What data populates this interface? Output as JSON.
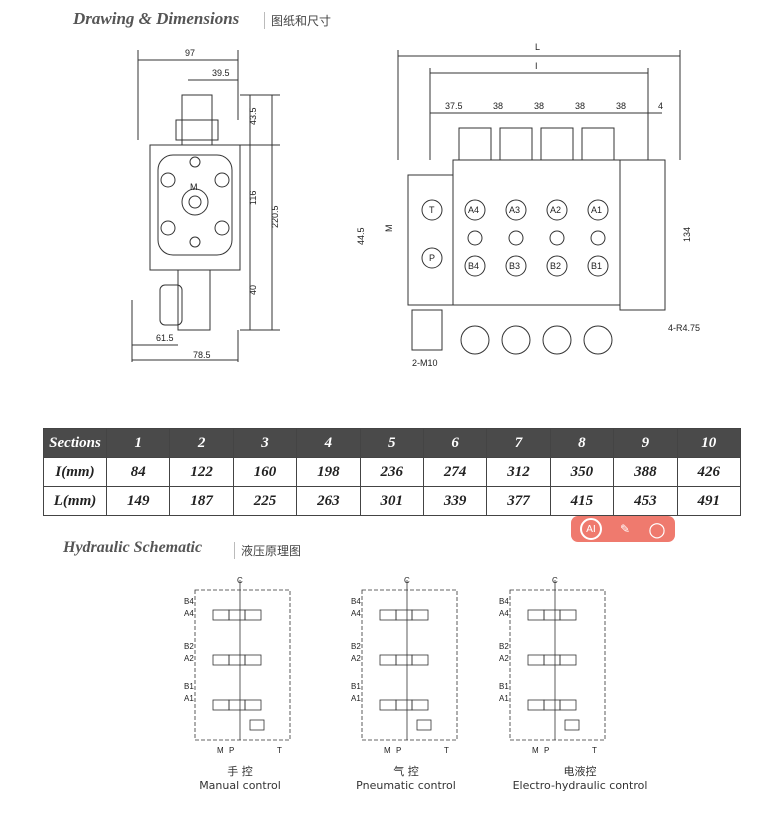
{
  "drawing": {
    "title": "Drawing & Dimensions",
    "title_cn": "图纸和尺寸",
    "side": {
      "d97": "97",
      "d39_5": "39.5",
      "d43_5": "43.5",
      "d116": "116",
      "d220_5": "220.5",
      "d40": "40",
      "d61_5": "61.5",
      "d78_5": "78.5",
      "m": "M"
    },
    "front": {
      "L": "L",
      "I": "I",
      "d37_5": "37.5",
      "d38": "38",
      "d4": "4",
      "d44_5": "44.5",
      "m": "M",
      "d134": "134",
      "r": "4-R4.75",
      "m10": "2-M10",
      "t": "T",
      "p": "P",
      "a": [
        "A4",
        "A3",
        "A2",
        "A1"
      ],
      "b": [
        "B4",
        "B3",
        "B2",
        "B1"
      ]
    }
  },
  "table": {
    "header": [
      "Sections",
      "1",
      "2",
      "3",
      "4",
      "5",
      "6",
      "7",
      "8",
      "9",
      "10"
    ],
    "rows": [
      [
        "I(mm)",
        "84",
        "122",
        "160",
        "198",
        "236",
        "274",
        "312",
        "350",
        "388",
        "426"
      ],
      [
        "L(mm)",
        "149",
        "187",
        "225",
        "263",
        "301",
        "339",
        "377",
        "415",
        "453",
        "491"
      ]
    ]
  },
  "overlay": {
    "ai": "AI",
    "wand": "✎",
    "search": "○"
  },
  "schematic": {
    "title": "Hydraulic Schematic",
    "title_cn": "液压原理图",
    "ports": {
      "c": "C",
      "m": "M",
      "p": "P",
      "t": "T",
      "b4": "B4",
      "a4": "A4",
      "b2": "B2",
      "a2": "A2",
      "b1": "B1",
      "a1": "A1"
    },
    "items": [
      {
        "cn": "手  控",
        "en": "Manual control"
      },
      {
        "cn": "气  控",
        "en": "Pneumatic control"
      },
      {
        "cn": "电液控",
        "en": "Electro-hydraulic control"
      }
    ]
  }
}
